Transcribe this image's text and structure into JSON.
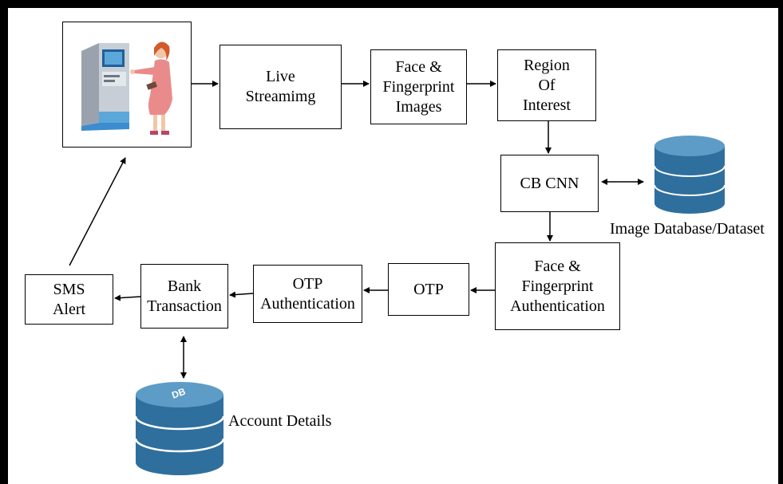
{
  "diagram": {
    "nodes": {
      "live": "Live\nStreamimg",
      "images": "Face &\nFingerprint\nImages",
      "roi": "Region\nOf\nInterest",
      "cnn": "CB CNN",
      "auth": "Face &\nFingerprint\nAuthentication",
      "otp": "OTP",
      "otp_auth": "OTP\nAuthentication",
      "bank": "Bank\nTransaction",
      "sms": "SMS\nAlert"
    },
    "labels": {
      "image_db": "Image Database/Dataset",
      "account": "Account Details",
      "db_cylinder": "DB"
    },
    "colors": {
      "db_blue": "#2f6f9e",
      "db_light": "#5d9cc6",
      "atm_blue": "#5ba7d9"
    },
    "icons": {
      "atm": "atm-user-icon"
    }
  }
}
